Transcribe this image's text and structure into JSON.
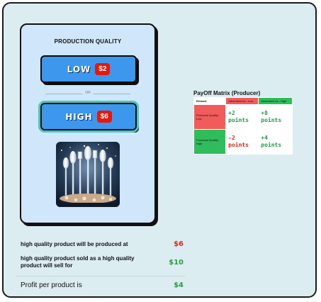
{
  "card": {
    "title": "PRODUCTION QUALITY",
    "low": {
      "label": "LOW",
      "price": "$2"
    },
    "divider": "OR",
    "high": {
      "label": "HIGH",
      "price": "$6"
    },
    "image": "spoons-image"
  },
  "matrix": {
    "title": "PayOff Matrix (Producer)",
    "corner": "Reward",
    "col_low": "Advertised As : Low",
    "col_high": "Advertised As : High",
    "row_low": "Produced Quality : Low",
    "row_high": "Produced Quality : High",
    "values": {
      "low_low": "+2 points",
      "low_high": "+8 points",
      "high_low": "-2 points",
      "high_high": "+4 points"
    }
  },
  "info": {
    "cost_label": "high quality product will be produced at",
    "cost_value": "$6",
    "sell_label": "high quality product sold as a high quality product will sell for",
    "sell_value": "$10",
    "profit_label": "Profit per product is",
    "profit_value": "$4"
  },
  "colors": {
    "accent_blue": "#3d97ec",
    "price_red": "#e7180b",
    "matrix_red": "#f15b5b",
    "matrix_green": "#2ebd5a"
  }
}
